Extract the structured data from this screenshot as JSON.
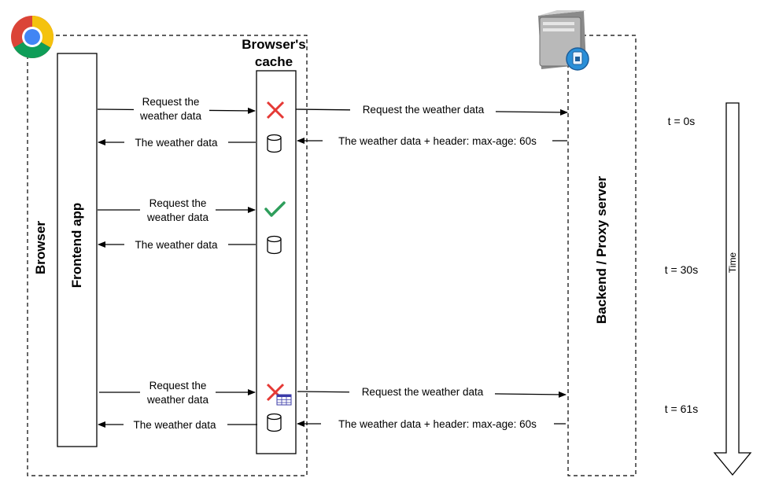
{
  "browser": {
    "label": "Browser"
  },
  "frontend": {
    "label": "Frontend app"
  },
  "cache": {
    "title_line1": "Browser's",
    "title_line2": "cache"
  },
  "server": {
    "label": "Backend / Proxy server"
  },
  "timeline": {
    "axis_label": "Time",
    "marks": [
      "t = 0s",
      "t = 30s",
      "t = 61s"
    ]
  },
  "messages": {
    "m1": {
      "line1": "Request the",
      "line2": "weather data"
    },
    "m2": "Request the weather data",
    "m3": "The weather data + header: max-age: 60s",
    "m4": "The weather data",
    "m5": {
      "line1": "Request the",
      "line2": "weather data"
    },
    "m6": "The weather data",
    "m7": {
      "line1": "Request the",
      "line2": "weather data"
    },
    "m8": "Request the weather data",
    "m9": "The weather data + header: max-age: 60s",
    "m10": "The weather data"
  },
  "icons": {
    "browser_logo": "chrome-logo-icon",
    "server": "server-icon",
    "cache_miss": "red-x-icon",
    "cache_hit": "green-check-icon",
    "cache_store": "database-cylinder-icon",
    "cache_expired": "expired-calendar-icon"
  },
  "colors": {
    "miss": "#e53935",
    "hit": "#2e9e5b",
    "expired_grid": "#3b3ba8"
  }
}
